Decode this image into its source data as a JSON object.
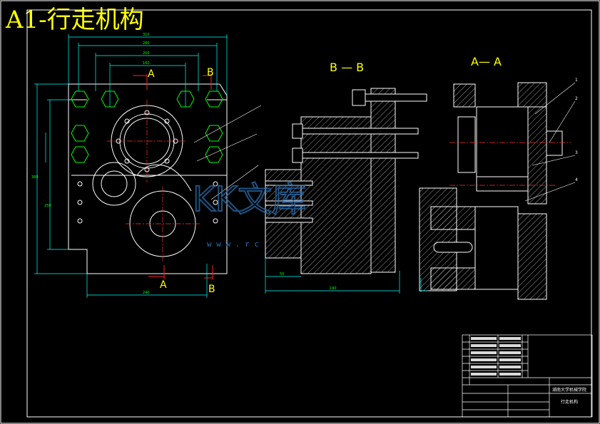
{
  "title": "A1-行走机构",
  "views": {
    "section_bb": {
      "label": "B — B"
    },
    "section_aa": {
      "label": "A— A"
    },
    "front": {
      "cut_a_top": "A",
      "cut_b_top": "B",
      "cut_a_bottom": "A",
      "cut_b_bottom": "B"
    }
  },
  "watermark": {
    "text": "KK文库",
    "url": "w w w . r c"
  },
  "balloons": [
    "1",
    "2",
    "3",
    "4"
  ],
  "title_block": {
    "company": "湖南大学机械学院",
    "drawing_name": "行走机构"
  },
  "colors": {
    "outline": "#ffffff",
    "dimension": "#00ffff",
    "centerline": "#ff3030",
    "hidden": "#00ff00",
    "title": "#ffff00",
    "watermark": "#2a6fb0"
  }
}
